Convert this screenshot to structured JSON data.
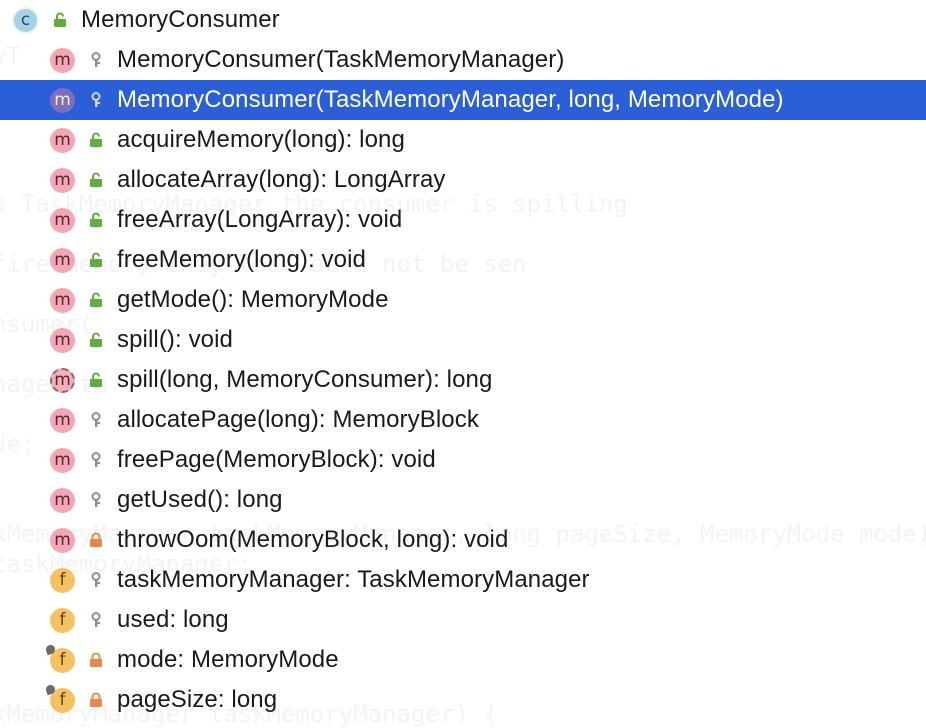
{
  "colors": {
    "selection": "#2a5fd7",
    "public": "#5fae3c",
    "protected": "#8f8f8f",
    "private": "#e8894a",
    "method_badge": "#f3a6b4",
    "field_badge": "#f5c262",
    "class_badge": "#a6d2e6"
  },
  "background_code": [
    "yT",
    "s TaskMemoryManager the consumer is spilling",
    "fire memory they the  ould not be sen",
    "nsumer(",
    "nager tm",
    "de;",
    "kMemoryManager taskMemoryManager, long pageSize, MemoryMode mode)",
    "taskMemoryManager;",
    "kMemoryManager taskMemoryManager) {"
  ],
  "root": {
    "badge": "c",
    "icon": "class-icon",
    "visibility": "public",
    "label": "MemoryConsumer"
  },
  "items": [
    {
      "badge": "m",
      "kind": "method",
      "visibility": "protected",
      "label": "MemoryConsumer(TaskMemoryManager)",
      "selected": false
    },
    {
      "badge": "m",
      "kind": "method",
      "visibility": "protected",
      "label": "MemoryConsumer(TaskMemoryManager, long, MemoryMode)",
      "selected": true
    },
    {
      "badge": "m",
      "kind": "method",
      "visibility": "public",
      "label": "acquireMemory(long): long",
      "selected": false
    },
    {
      "badge": "m",
      "kind": "method",
      "visibility": "public",
      "label": "allocateArray(long): LongArray",
      "selected": false
    },
    {
      "badge": "m",
      "kind": "method",
      "visibility": "public",
      "label": "freeArray(LongArray): void",
      "selected": false
    },
    {
      "badge": "m",
      "kind": "method",
      "visibility": "public",
      "label": "freeMemory(long): void",
      "selected": false
    },
    {
      "badge": "m",
      "kind": "method",
      "visibility": "public",
      "label": "getMode(): MemoryMode",
      "selected": false
    },
    {
      "badge": "m",
      "kind": "method",
      "visibility": "public",
      "label": "spill(): void",
      "selected": false
    },
    {
      "badge": "m",
      "kind": "abstract-method",
      "visibility": "public",
      "label": "spill(long, MemoryConsumer): long",
      "selected": false
    },
    {
      "badge": "m",
      "kind": "method",
      "visibility": "protected",
      "label": "allocatePage(long): MemoryBlock",
      "selected": false
    },
    {
      "badge": "m",
      "kind": "method",
      "visibility": "protected",
      "label": "freePage(MemoryBlock): void",
      "selected": false
    },
    {
      "badge": "m",
      "kind": "method",
      "visibility": "protected",
      "label": "getUsed(): long",
      "selected": false
    },
    {
      "badge": "m",
      "kind": "method",
      "visibility": "private",
      "label": "throwOom(MemoryBlock, long): void",
      "selected": false
    },
    {
      "badge": "f",
      "kind": "field",
      "visibility": "protected",
      "label": "taskMemoryManager: TaskMemoryManager",
      "selected": false
    },
    {
      "badge": "f",
      "kind": "field",
      "visibility": "protected",
      "label": "used: long",
      "selected": false
    },
    {
      "badge": "f",
      "kind": "final-field",
      "visibility": "private",
      "label": "mode: MemoryMode",
      "selected": false
    },
    {
      "badge": "f",
      "kind": "final-field",
      "visibility": "private",
      "label": "pageSize: long",
      "selected": false
    }
  ]
}
